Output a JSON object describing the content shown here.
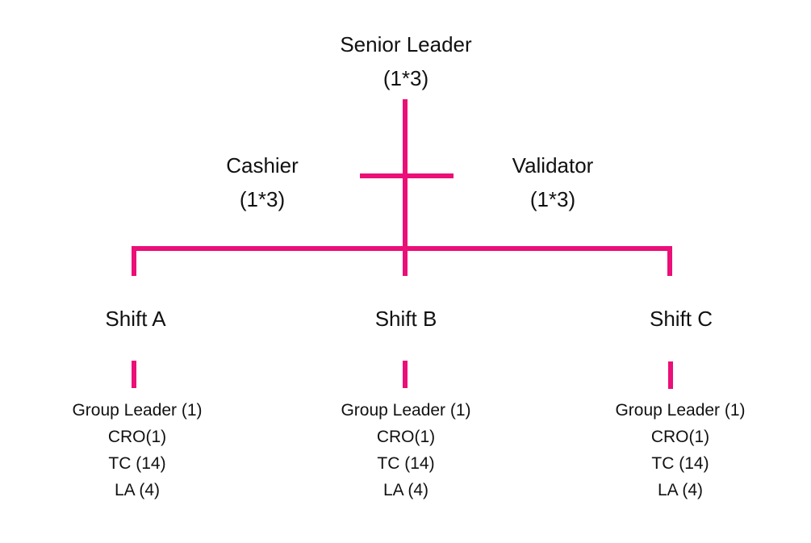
{
  "colors": {
    "line": "#EB0F78",
    "text": "#111111",
    "background": "#ffffff"
  },
  "org_chart": {
    "root": {
      "title": "Senior Leader",
      "count": "(1*3)"
    },
    "left_branch": {
      "title": "Cashier",
      "count": "(1*3)"
    },
    "right_branch": {
      "title": "Validator",
      "count": "(1*3)"
    },
    "shifts": [
      {
        "label": "Shift A",
        "members": [
          "Group Leader (1)",
          "CRO(1)",
          "TC (14)",
          "LA (4)"
        ]
      },
      {
        "label": "Shift B",
        "members": [
          "Group Leader (1)",
          "CRO(1)",
          "TC (14)",
          "LA (4)"
        ]
      },
      {
        "label": "Shift C",
        "members": [
          "Group Leader (1)",
          "CRO(1)",
          "TC (14)",
          "LA (4)"
        ]
      }
    ]
  }
}
